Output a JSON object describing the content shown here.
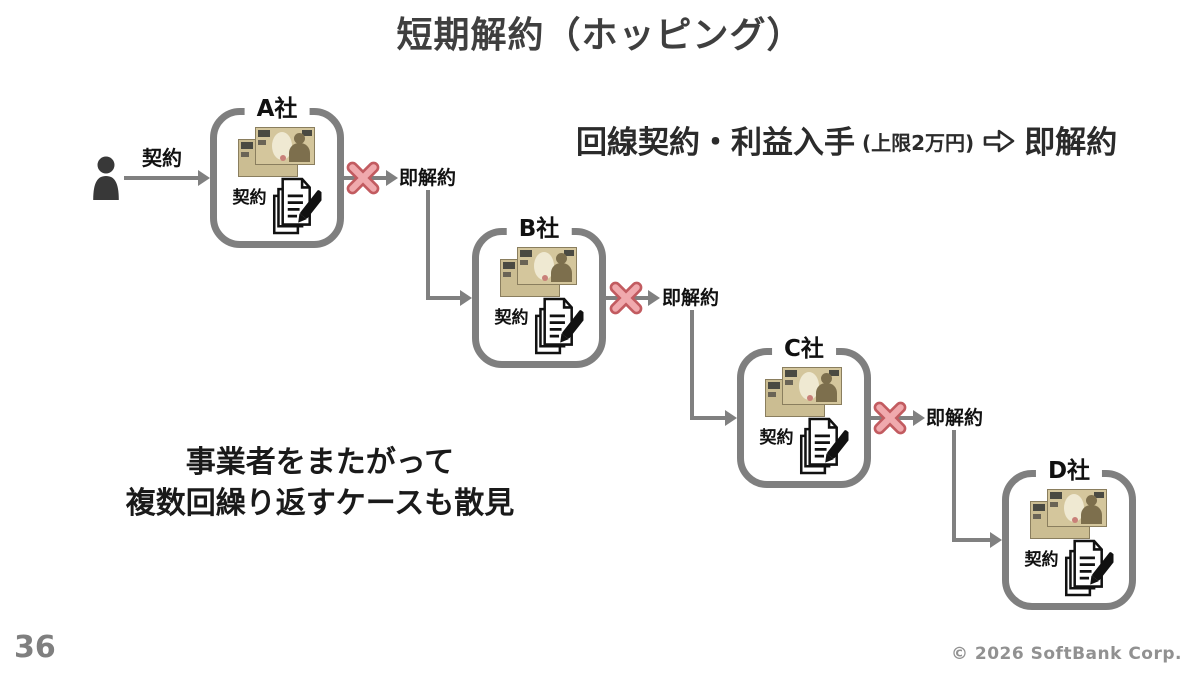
{
  "slide": {
    "title": "短期解約（ホッピング）",
    "page_number": "36",
    "copyright": "© 2026 SoftBank Corp."
  },
  "headline": {
    "main": "回線契約・利益入手",
    "sub": "(上限2万円)",
    "arrow_icon": "⇨",
    "result": "即解約"
  },
  "side_note": {
    "line1": "事業者をまたがって",
    "line2": "複数回繰り返すケースも散見"
  },
  "actor": {
    "contract_label": "契約"
  },
  "companies": [
    {
      "name": "A社",
      "contract_label": "契約",
      "cancel_label": "即解約"
    },
    {
      "name": "B社",
      "contract_label": "契約",
      "cancel_label": "即解約"
    },
    {
      "name": "C社",
      "contract_label": "契約",
      "cancel_label": "即解約"
    },
    {
      "name": "D社",
      "contract_label": "契約"
    }
  ],
  "colors": {
    "box_border": "#7f7f7f",
    "arrow": "#808080",
    "cross_fill": "#f0a9ad",
    "cross_outline": "#c25b60",
    "title_text": "#3f3f3f",
    "body_text": "#1a1a1a",
    "muted_text": "#919191",
    "banknote": "#d4c69c"
  }
}
